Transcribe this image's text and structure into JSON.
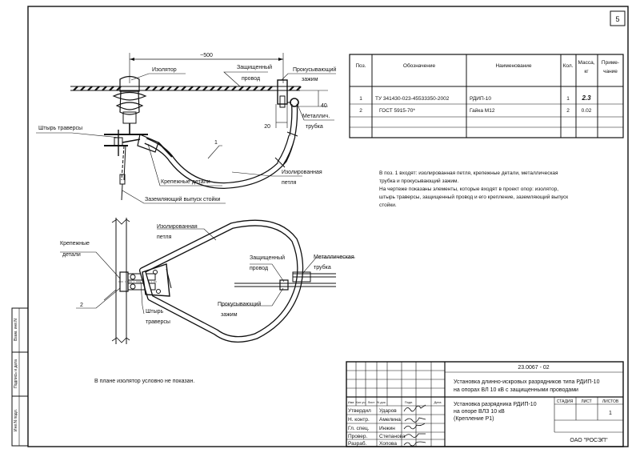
{
  "sheet": {
    "page_number": "5",
    "doc_code": "23.0067 - 02",
    "title_line1": "Установка длинно-искровых разрядников типа РДИП-10",
    "title_line2": "на опорах ВЛ 10 кВ с защищенными проводами",
    "drawing_title_line1": "Установка разрядника РДИП-10",
    "drawing_title_line2": "на опоре ВЛЗ 10 кВ",
    "drawing_title_line3": "(Крепление Р1)",
    "company": "ОАО \"РОСЭП\"",
    "stage_label": "СТАДИЯ",
    "sheet_label": "ЛИСТ",
    "sheets_label": "ЛИСТОВ",
    "sheets_total": "1"
  },
  "revision_headers": [
    "Изм.",
    "Кол.уч.",
    "Лист",
    "N док.",
    "Подп.",
    "Дата"
  ],
  "signatures": [
    {
      "role": "Утвердил",
      "name": "Ударов"
    },
    {
      "role": "Н. контр.",
      "name": "Амелина"
    },
    {
      "role": "Гл. спец.",
      "name": "Инжин"
    },
    {
      "role": "Провер.",
      "name": "Степанова"
    },
    {
      "role": "Разраб.",
      "name": "Хопова"
    }
  ],
  "side_stamp": [
    "Инв.N подл.",
    "Подпись и дата",
    "Взам. инв.N"
  ],
  "spec_table": {
    "headers": {
      "pos": "Поз.",
      "designation": "Обозначение",
      "name": "Наименование",
      "qty": "Кол.",
      "mass_1": "Масса,",
      "mass_2": "кг",
      "note_1": "Приме-",
      "note_2": "чание"
    },
    "rows": [
      {
        "pos": "1",
        "designation": "ТУ 341430-023-45533350-2002",
        "name": "РДИП-10",
        "qty": "1",
        "mass": "2.3",
        "note": ""
      },
      {
        "pos": "2",
        "designation": "ГОСТ 5915-70*",
        "name": "Гайка М12",
        "qty": "2",
        "mass": "0.02",
        "note": ""
      }
    ]
  },
  "notes": [
    "В поз. 1 входят: изолированная петля, крепежные детали, металлическая",
    "трубка и прокусывающий зажим.",
    "На чертеже показаны элементы, которые входят в проект опор: изолятор,",
    "штырь траверсы, защищенный провод и его крепление, заземляющий выпуск",
    "стойки."
  ],
  "plan_note": "В плане изолятор условно не показан.",
  "top_view": {
    "dim_500": "~500",
    "dim_40": "40",
    "dim_20": "20",
    "pos_1": "1",
    "insulator": "Изолятор",
    "protected_wire_1": "Защищенный",
    "protected_wire_2": "провод",
    "clamp_1": "Прокусывающий",
    "clamp_2": "зажим",
    "metal_tube_1": "Металлич.",
    "metal_tube_2": "трубка",
    "traverse_pin": "Штырь траверсы",
    "insulated_loop_1": "Изолированная",
    "insulated_loop_2": "петля",
    "fasteners": "Крепежные детали",
    "ground_lead": "Заземляющий выпуск стойки"
  },
  "plan_view": {
    "pos_2": "2",
    "fasteners_1": "Крепежные",
    "fasteners_2": "детали",
    "insulated_loop_1": "Изолированная",
    "insulated_loop_2": "петля",
    "protected_wire_1": "Защищенный",
    "protected_wire_2": "провод",
    "metal_tube": "Металлическая",
    "metal_tube_2": "трубка",
    "clamp_1": "Прокусывающий",
    "clamp_2": "зажим",
    "pin_1": "Штырь",
    "pin_2": "траверсы"
  },
  "colors": {
    "ink": "#111111",
    "paper": "#ffffff"
  }
}
